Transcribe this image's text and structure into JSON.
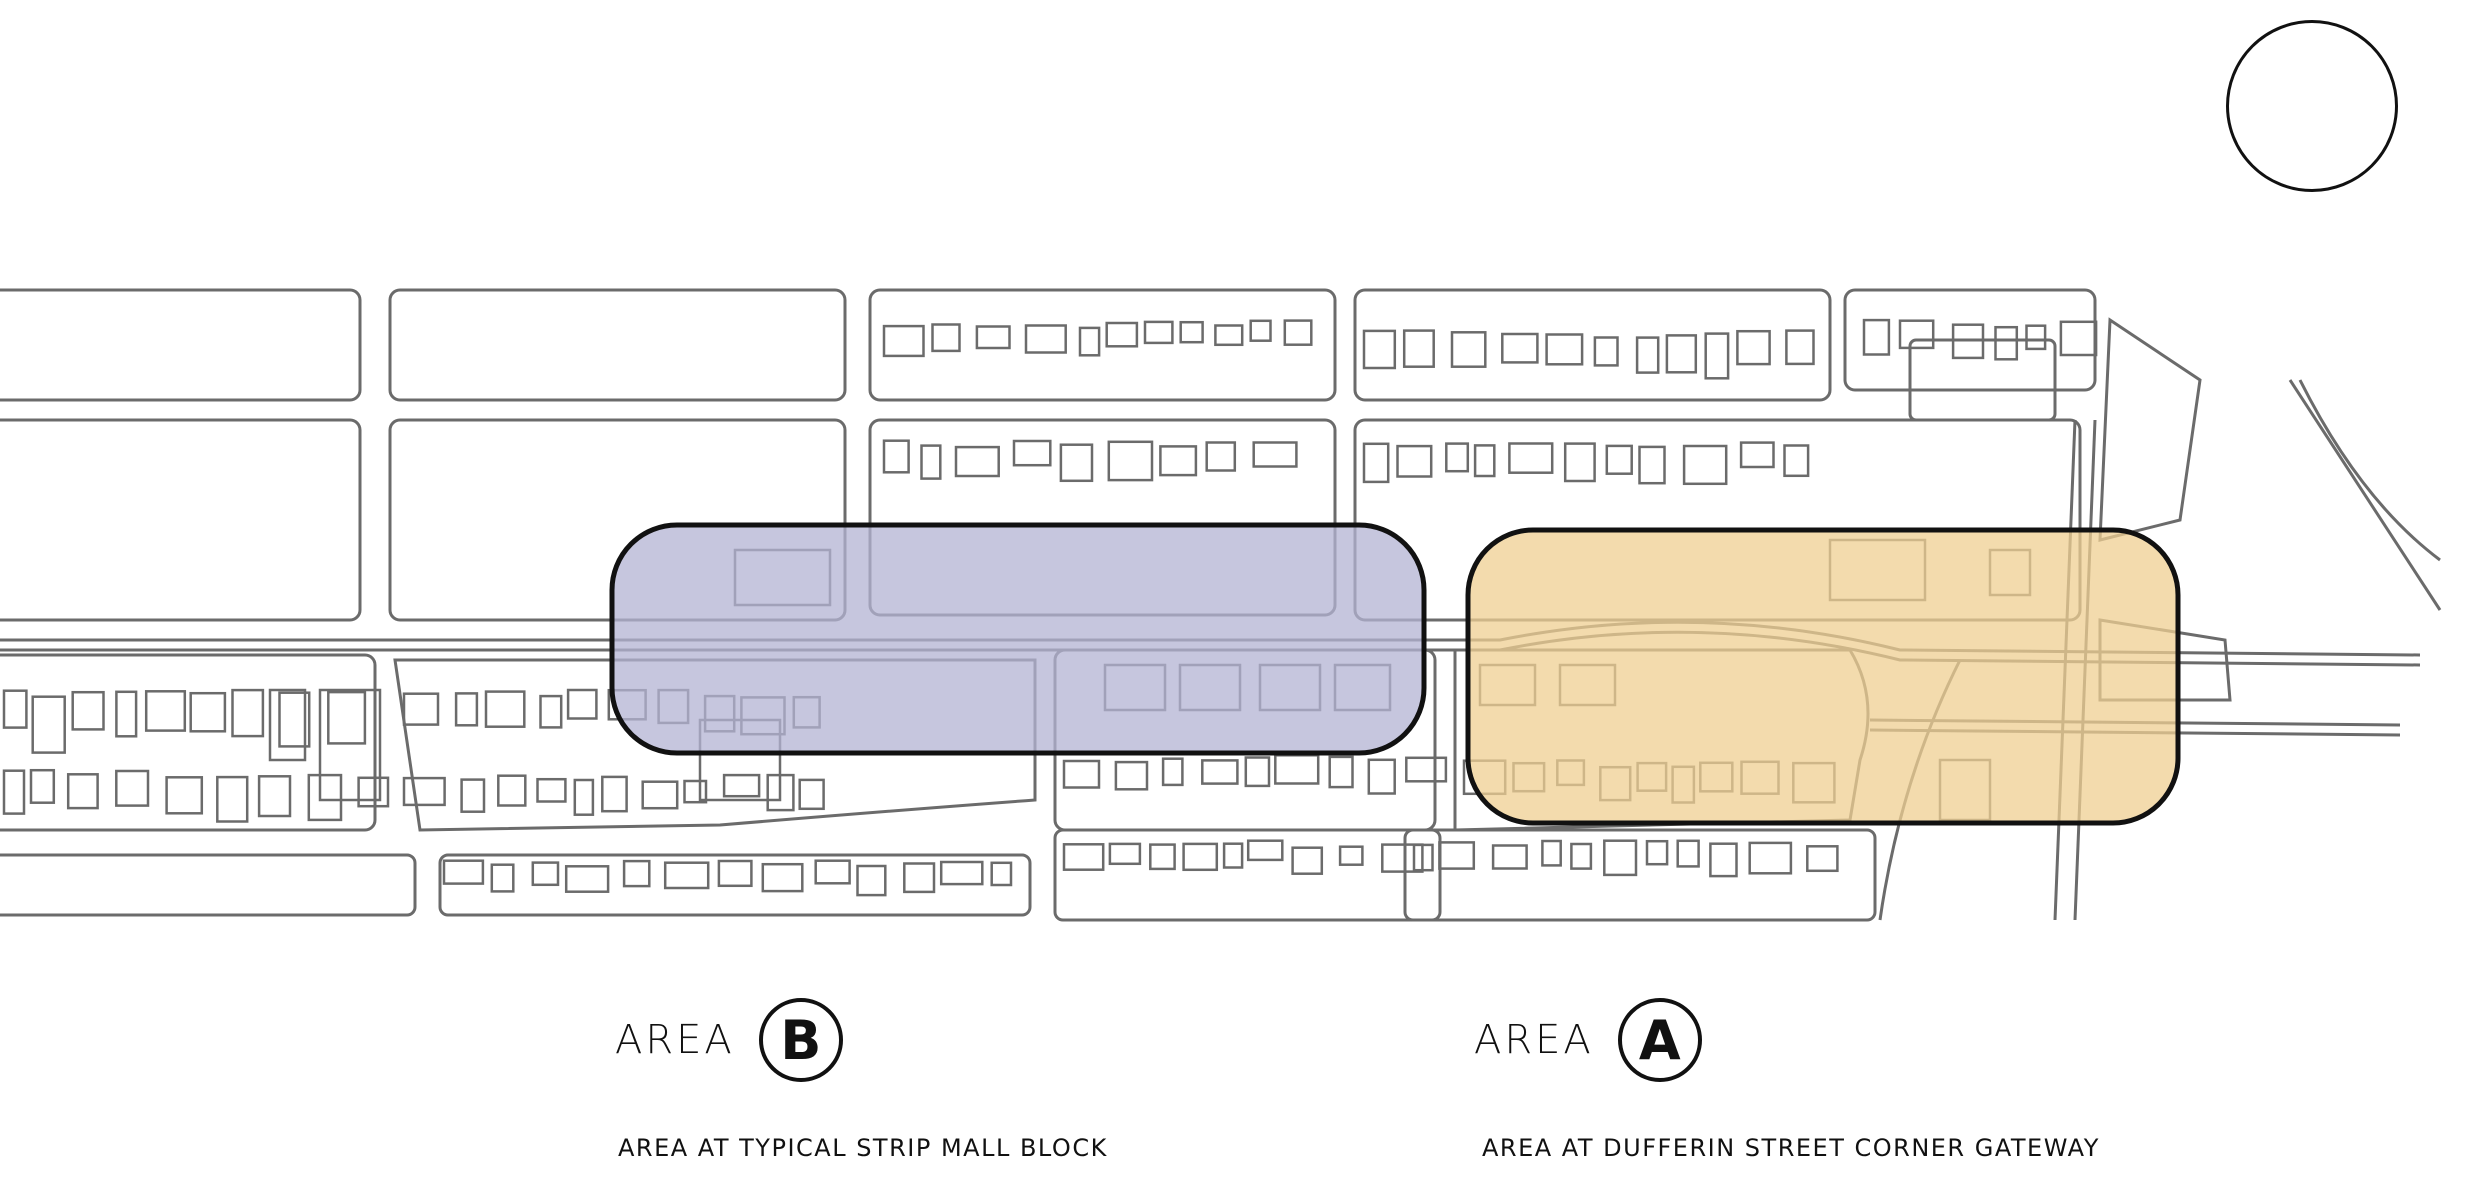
{
  "areas": [
    {
      "word": "AREA",
      "letter": "B",
      "description": "AREA AT TYPICAL STRIP MALL BLOCK",
      "fill": "#b3b3d3"
    },
    {
      "word": "AREA",
      "letter": "A",
      "description": "AREA AT DUFFERIN STREET CORNER GATEWAY",
      "fill": "#efcf91"
    }
  ],
  "colors": {
    "linework": "#6b6b6b",
    "outline": "#111111",
    "background": "#ffffff"
  },
  "icons": {
    "north": "north-arrow-circle-icon"
  }
}
